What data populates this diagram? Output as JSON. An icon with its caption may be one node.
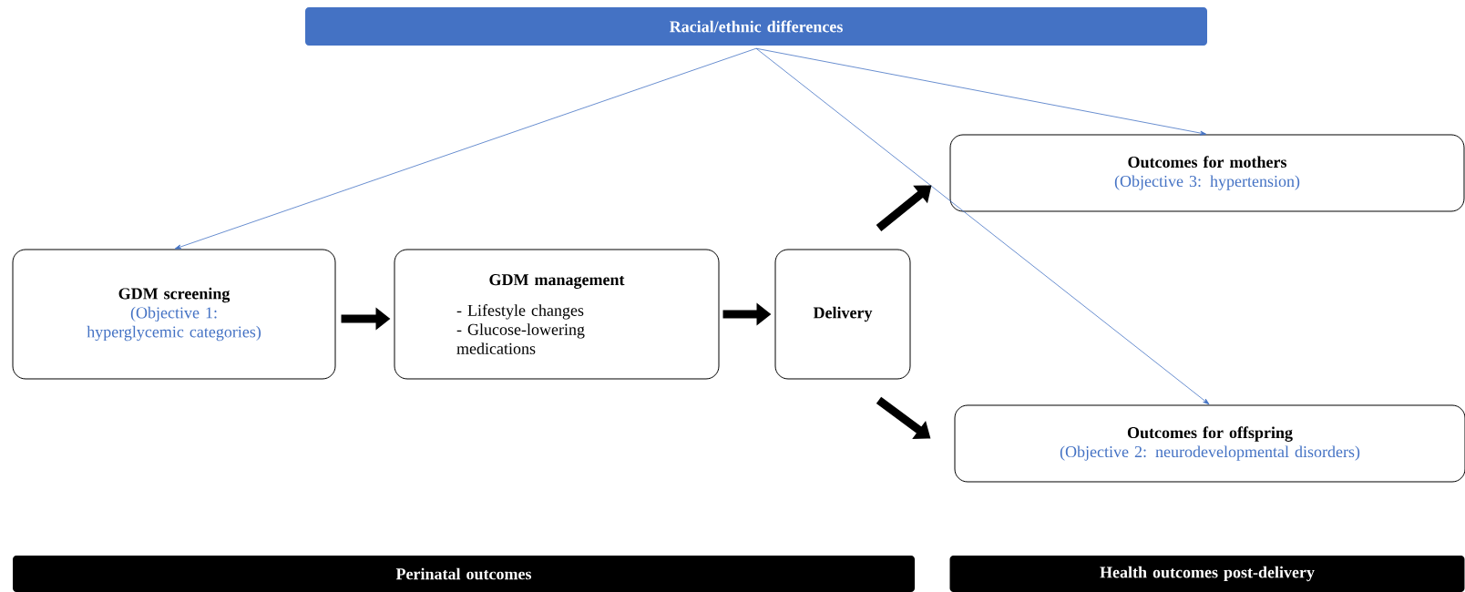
{
  "diagram": {
    "nodes": [
      {
        "text": [
          "Racial/ethnic differences"
        ]
      },
      {
        "text": [
          "GDM screening",
          "(Objective 1: hyperglycemic categories)"
        ]
      },
      {
        "text": [
          "GDM management",
          "- Lifestyle changes",
          "- Glucose-lowering medications"
        ]
      },
      {
        "text": [
          "Delivery"
        ]
      },
      {
        "text": [
          "Outcomes for mothers",
          "(Objective 3: hypertension)"
        ]
      },
      {
        "text": [
          "Outcomes for offspring",
          "(Objective 2: neurodevelopmental disorders)"
        ]
      },
      {
        "text": [
          "Perinatal outcomes"
        ]
      },
      {
        "text": [
          "Health outcomes post-delivery"
        ]
      }
    ],
    "edges": [
      {
        "from": 0,
        "to": 1,
        "arrow": "to",
        "color": "#4472c4"
      },
      {
        "from": 0,
        "to": 4,
        "arrow": "to",
        "color": "#4472c4"
      },
      {
        "from": 0,
        "to": 5,
        "arrow": "to",
        "color": "#4472c4"
      },
      {
        "from": 1,
        "to": 2,
        "arrow": "to"
      },
      {
        "from": 2,
        "to": 3,
        "arrow": "to"
      },
      {
        "from": 3,
        "to": 4,
        "arrow": "to"
      },
      {
        "from": 3,
        "to": 5,
        "arrow": "to"
      }
    ]
  }
}
